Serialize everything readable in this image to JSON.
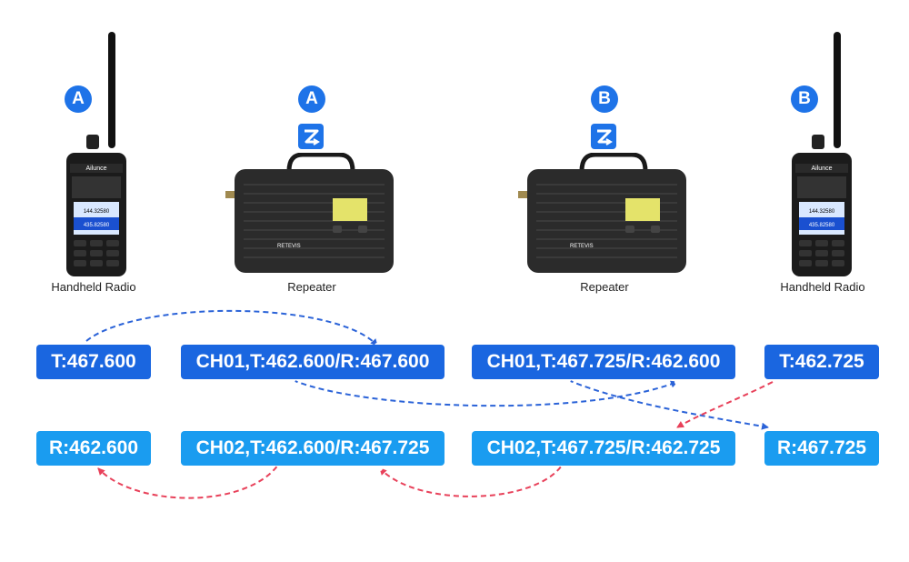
{
  "devices": {
    "left_radio": {
      "badge": "A",
      "label": "Handheld Radio",
      "brand": "Ailunce",
      "screen_freq1": "144.32580",
      "screen_freq2": "435.82580"
    },
    "left_repeater": {
      "badge": "A",
      "label": "Repeater",
      "brand": "RETEVIS"
    },
    "right_repeater": {
      "badge": "B",
      "label": "Repeater",
      "brand": "RETEVIS"
    },
    "right_radio": {
      "badge": "B",
      "label": "Handheld Radio",
      "brand": "Ailunce",
      "screen_freq1": "144.32580",
      "screen_freq2": "435.82580"
    }
  },
  "frequencies": {
    "radio_a_tx": "T:467.600",
    "radio_a_rx": "R:462.600",
    "repeater_a_ch01": "CH01,T:462.600/R:467.600",
    "repeater_a_ch02": "CH02,T:462.600/R:467.725",
    "repeater_b_ch01": "CH01,T:467.725/R:462.600",
    "repeater_b_ch02": "CH02,T:467.725/R:462.725",
    "radio_b_tx": "T:462.725",
    "radio_b_rx": "R:467.725"
  },
  "colors": {
    "blue_arrow": "#2b63d8",
    "red_arrow": "#e8415a",
    "dark_box": "#1a66e0",
    "light_box": "#1a9cf0",
    "badge": "#1e73e8"
  }
}
